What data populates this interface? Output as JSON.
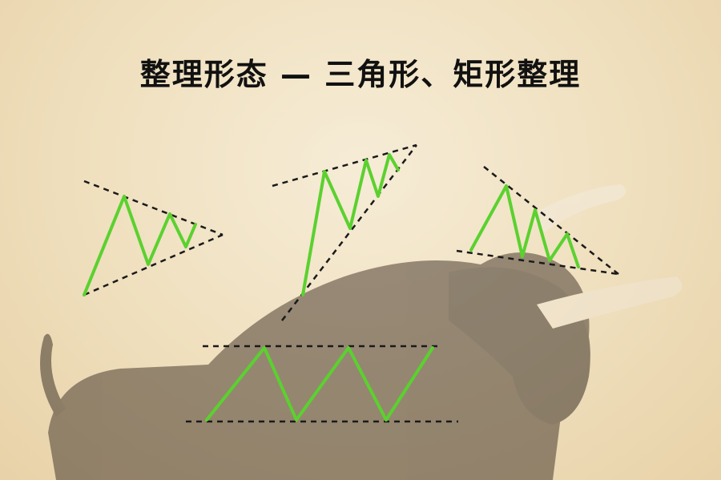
{
  "title": "整理形态 — 三角形、矩形整理",
  "colors": {
    "price_line": "#5bd12f",
    "trend_line": "#1a1a1a",
    "background_light": "#f6ecd6",
    "background_dark": "#e8d2a8",
    "bull_silhouette": "#3a2f25"
  },
  "figures": [
    {
      "name": "symmetric-triangle",
      "kind": "triangle"
    },
    {
      "name": "ascending-triangle",
      "kind": "triangle"
    },
    {
      "name": "descending-triangle",
      "kind": "triangle"
    },
    {
      "name": "rectangle",
      "kind": "rectangle"
    }
  ]
}
